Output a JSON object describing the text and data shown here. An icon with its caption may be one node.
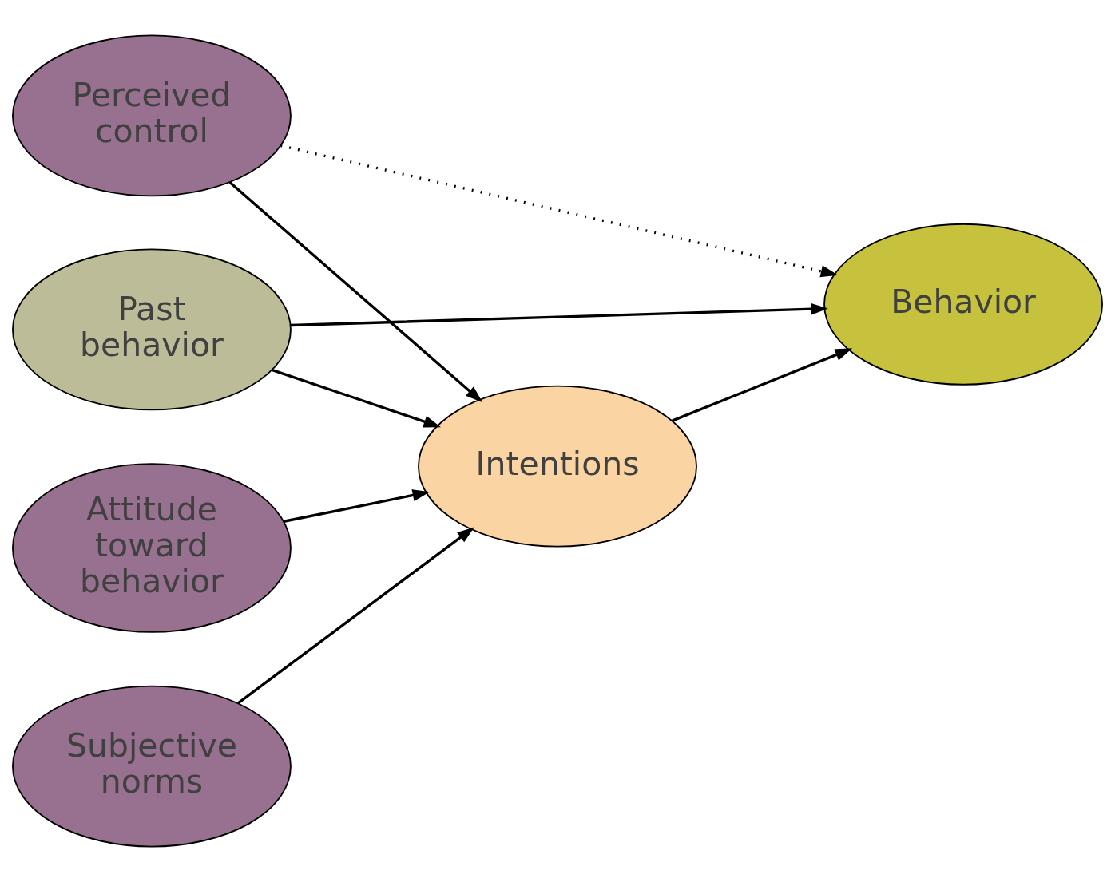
{
  "diagram": {
    "nodes": [
      {
        "text": [
          "Attitude toward behavior"
        ]
      },
      {
        "text": [
          "Subjective norms"
        ]
      },
      {
        "text": [
          "Perceived control"
        ]
      },
      {
        "text": [
          "Past behavior"
        ]
      },
      {
        "text": [
          "Intentions"
        ]
      },
      {
        "text": [
          "Behavior"
        ]
      }
    ],
    "edges": [
      {
        "from": 0,
        "to": 4,
        "arrow": "to"
      },
      {
        "from": 1,
        "to": 4,
        "arrow": "to"
      },
      {
        "from": 2,
        "to": 4,
        "arrow": "to"
      },
      {
        "from": 2,
        "to": 5,
        "arrow": "to",
        "style": "dashed"
      },
      {
        "from": 4,
        "to": 5,
        "arrow": "to"
      },
      {
        "from": 3,
        "to": 4,
        "arrow": "to"
      },
      {
        "from": 3,
        "to": 5,
        "arrow": "to"
      }
    ]
  }
}
